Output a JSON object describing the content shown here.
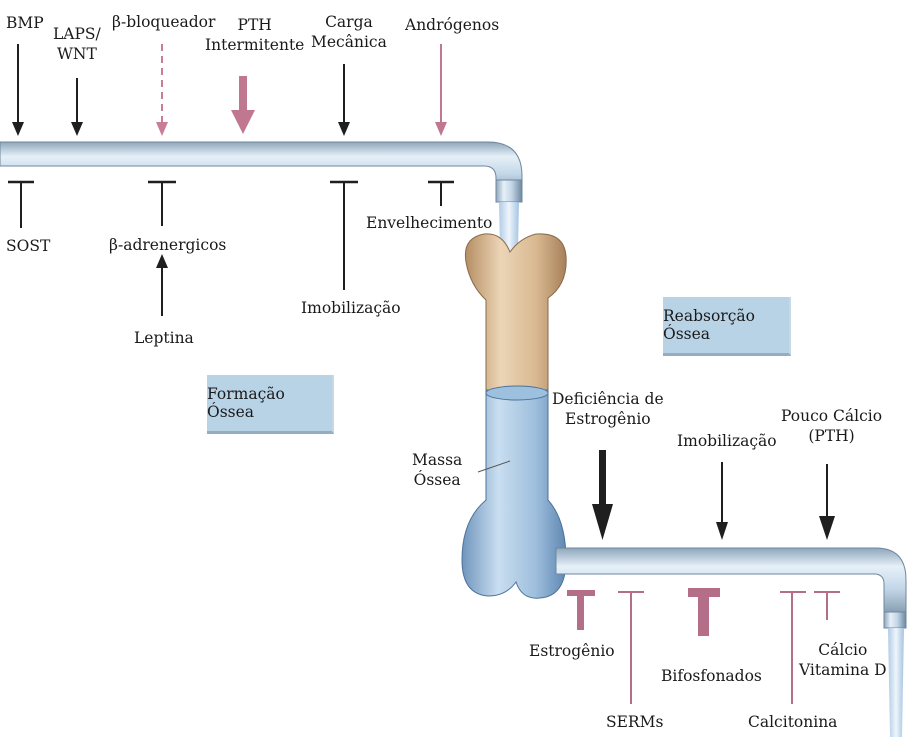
{
  "top_stimulators": [
    {
      "label": "BMP",
      "color": "#1f1f1f",
      "style": "solid"
    },
    {
      "label": "LAPS/\nWNT",
      "color": "#1f1f1f",
      "style": "solid"
    },
    {
      "label": "β-bloqueador",
      "color": "#c97d98",
      "style": "dashed"
    },
    {
      "label": "PTH\nIntermitente",
      "color": "#c07891",
      "style": "thick"
    },
    {
      "label": "Carga\nMecânica",
      "color": "#1f1f1f",
      "style": "solid"
    },
    {
      "label": "Andrógenos",
      "color": "#c07891",
      "style": "solid"
    }
  ],
  "top_inhibitors": [
    {
      "label": "SOST"
    },
    {
      "label": "β-adrenergicos"
    },
    {
      "label": "Leptina"
    },
    {
      "label": "Imobilização"
    },
    {
      "label": "Envelhecimento"
    }
  ],
  "formation_label": "Formação Óssea",
  "resorption_label": "Reabsorção Óssea",
  "bone_mass_label": "Massa\nÓssea",
  "bottom_stimulators": [
    {
      "label": "Deficiência de\nEstrogênio",
      "color": "#1f1f1f",
      "style": "thick"
    },
    {
      "label": "Imobilização",
      "color": "#1f1f1f",
      "style": "solid"
    },
    {
      "label": "Pouco Cálcio\n(PTH)",
      "color": "#1f1f1f",
      "style": "solid"
    }
  ],
  "bottom_inhibitors": [
    {
      "label": "Estrogênio",
      "color": "#b46e88",
      "style": "thick"
    },
    {
      "label": "SERMs",
      "color": "#b46e88",
      "style": "thin"
    },
    {
      "label": "Bifosfonados",
      "color": "#b46e88",
      "style": "thickest"
    },
    {
      "label": "Calcitonina",
      "color": "#b46e88",
      "style": "thin"
    },
    {
      "label": "Cálcio\nVitamina D",
      "color": "#b46e88",
      "style": "thin"
    }
  ],
  "colors": {
    "pipe": "#c9dced",
    "pipe_edge": "#7f97ad",
    "bone": "#d8b991",
    "water": "#8fb4d6",
    "arrow_black": "#1f1f1f",
    "arrow_pink": "#c07891",
    "box": "#b9d3e6"
  }
}
